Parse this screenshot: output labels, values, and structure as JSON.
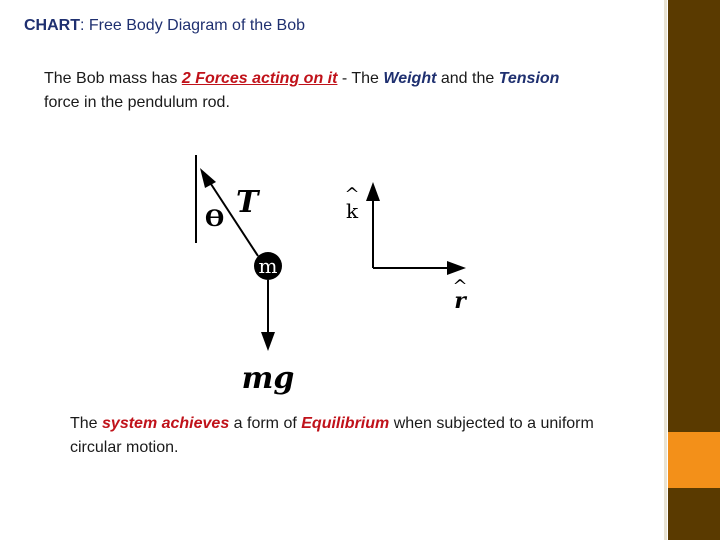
{
  "title": {
    "label": "CHART",
    "text": ": Free Body Diagram of the Bob"
  },
  "intro": {
    "part1": "The Bob mass has ",
    "forces_phrase": "2 Forces acting on it",
    "part2": " - The ",
    "weight": "Weight",
    "part3": " and the ",
    "tension": "Tension",
    "part4": " force in the pendulum rod."
  },
  "diagram": {
    "tension_label": "T",
    "angle_label": "ϴ",
    "mass_label": "m",
    "weight_label": "mg",
    "k_hat_label": "k",
    "r_hat_label": "r",
    "hat_symbol": "^"
  },
  "conclusion": {
    "part1": "The ",
    "system_phrase": "system achieves",
    "part2": " a form of ",
    "equilibrium": "Equilibrium",
    "part3": " when subjected to a uniform circular motion."
  },
  "colors": {
    "sidebar": "#5a3a00",
    "accent": "#f39019",
    "emphasis_red": "#c0121a",
    "emphasis_blue": "#1f3070"
  }
}
